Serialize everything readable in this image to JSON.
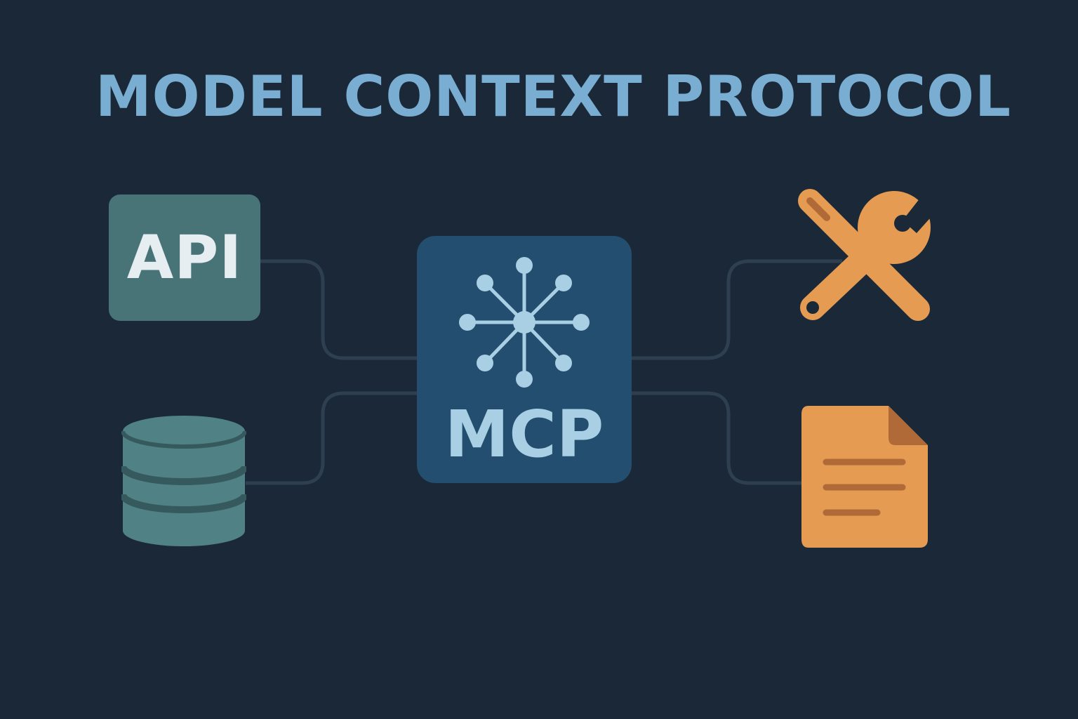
{
  "title": "MODEL CONTEXT PROTOCOL",
  "nodes": {
    "api": {
      "label": "API",
      "icon": "api-box"
    },
    "database": {
      "icon": "database-icon"
    },
    "hub": {
      "label": "MCP",
      "icon": "network-hub-icon"
    },
    "tools": {
      "icon": "tools-icon"
    },
    "document": {
      "icon": "document-icon"
    }
  },
  "colors": {
    "background": "#1a2838",
    "title": "#79aed2",
    "api_box": "#487478",
    "database": "#4f8185",
    "database_dark": "#35595c",
    "hub_box": "#234e6f",
    "hub_accent": "#a9cfe4",
    "orange": "#e59b52",
    "orange_dark": "#b06a37",
    "connector": "#2e3f50"
  }
}
